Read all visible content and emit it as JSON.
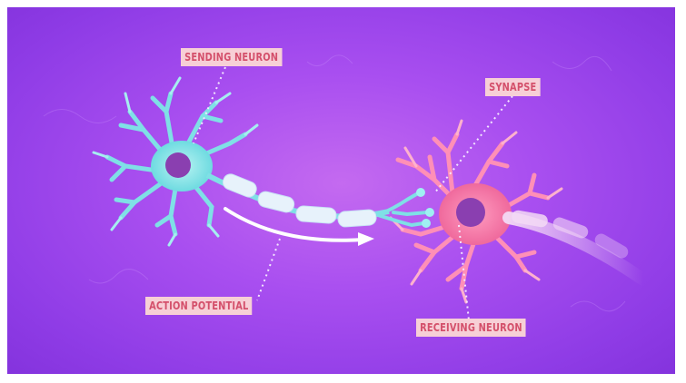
{
  "labels": {
    "sending_neuron": "SENDING NEURON",
    "synapse": "SYNAPSE",
    "action_potential": "ACTION POTENTIAL",
    "receiving_neuron": "RECEIVING NEURON"
  },
  "colors": {
    "background": "#a94ff0",
    "sending_neuron": "#7fe0e6",
    "receiving_neuron": "#f07aa8",
    "nucleus": "#8a3fb0",
    "label_fill": "#f7cfd6",
    "label_text": "#d4506b"
  },
  "icons": [
    "neuron-illustration",
    "signal-arrow"
  ]
}
